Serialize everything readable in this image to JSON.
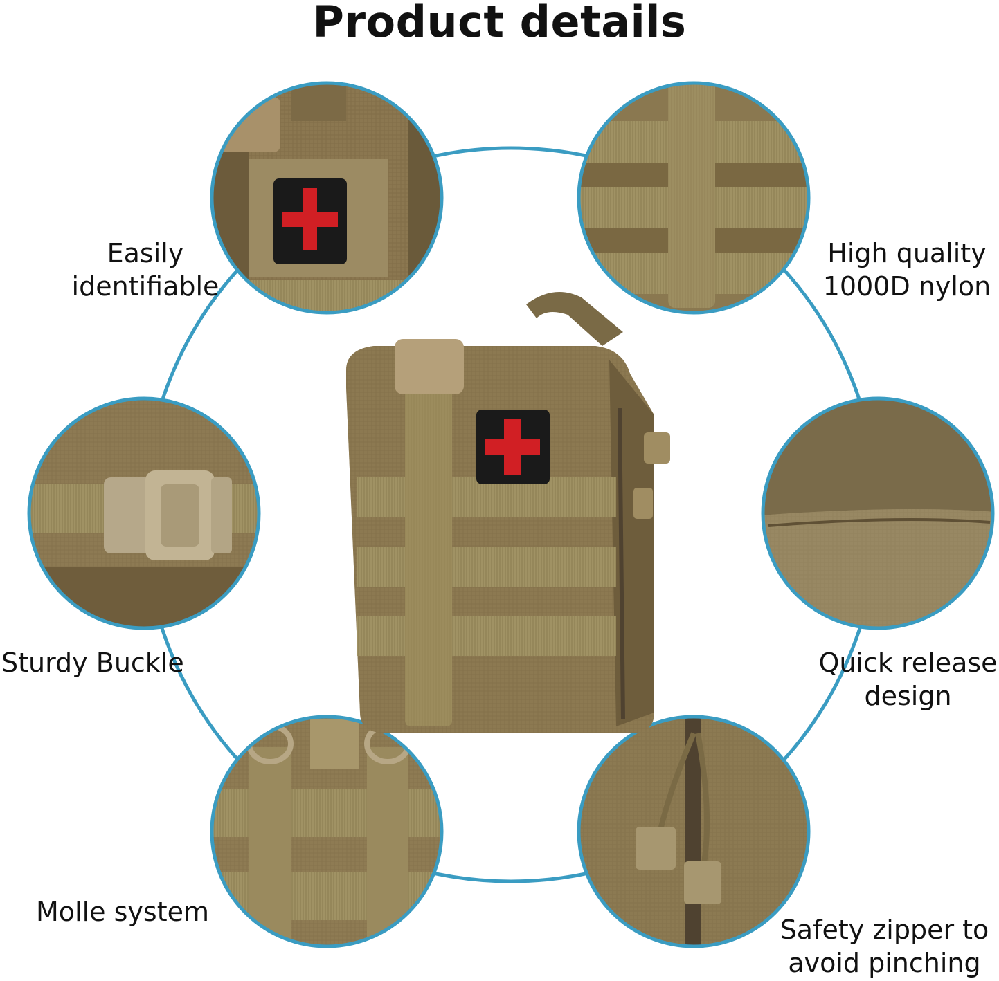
{
  "title": "Product details",
  "features": [
    {
      "label": "Easily\nidentifiable"
    },
    {
      "label": "High quality\n1000D nylon"
    },
    {
      "label": "Sturdy Buckle"
    },
    {
      "label": "Quick release\ndesign"
    },
    {
      "label": "Molle system"
    },
    {
      "label": "Safety zipper to\navoid pinching"
    }
  ],
  "colors": {
    "ring": "#3a9cc2",
    "fabric": "#8e7a52",
    "fabric_dark": "#5f5035",
    "webbing": "#a09264",
    "patch_bg": "#1a1a1a",
    "cross": "#d11f24"
  },
  "icons": [
    "medical-cross-icon",
    "buckle-icon",
    "zipper-pull-icon"
  ]
}
